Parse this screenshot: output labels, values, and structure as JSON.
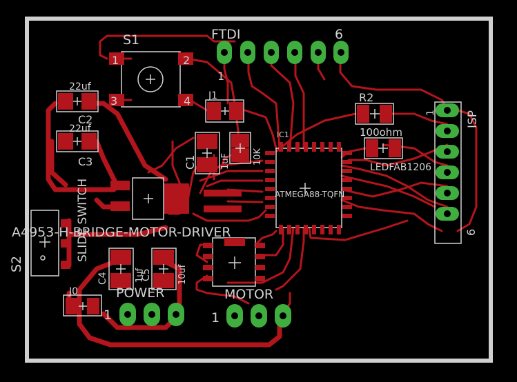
{
  "board": {
    "colors": {
      "background": "#000000",
      "copper": "#b3151d",
      "pad": "#3fae3f",
      "silkscreen": "#d2d2d2",
      "outline": "#cfcfcf"
    }
  },
  "labels": {
    "s1": "S1",
    "s1_pin1": "1",
    "s1_pin2": "2",
    "s1_pin3": "3",
    "s1_pin4": "4",
    "ftdi": "FTDI",
    "ftdi_pin6": "6",
    "ftdi_pin1": "1",
    "j1": "J1",
    "cap_22uf_1": "22uf",
    "c2": "C2",
    "cap_22uf_2": "22uf",
    "c3": "C3",
    "c1": "C1",
    "one_uf": "1uF",
    "r1_value": "10K",
    "r2": "R2",
    "r2_value": "100ohm",
    "ic1": "IC1",
    "ic1_name": "ATMEGA88-TQFN",
    "led": "LEDFAB1206",
    "isp": "ISP",
    "isp_pin1": "1",
    "isp_pin6": "6",
    "slide_switch": "SLIDE SWITCH",
    "motor_driver": "A4953-H-BRIDGE-MOTOR-DRIVER",
    "s2": "S2",
    "c4": "C4",
    "c5": "C5",
    "one_uf_2": "1uf",
    "ten_uf": "10uf",
    "j0": "J0",
    "power": "POWER",
    "power_pin1": "1",
    "motor": "MOTOR",
    "motor_pin1": "1"
  }
}
